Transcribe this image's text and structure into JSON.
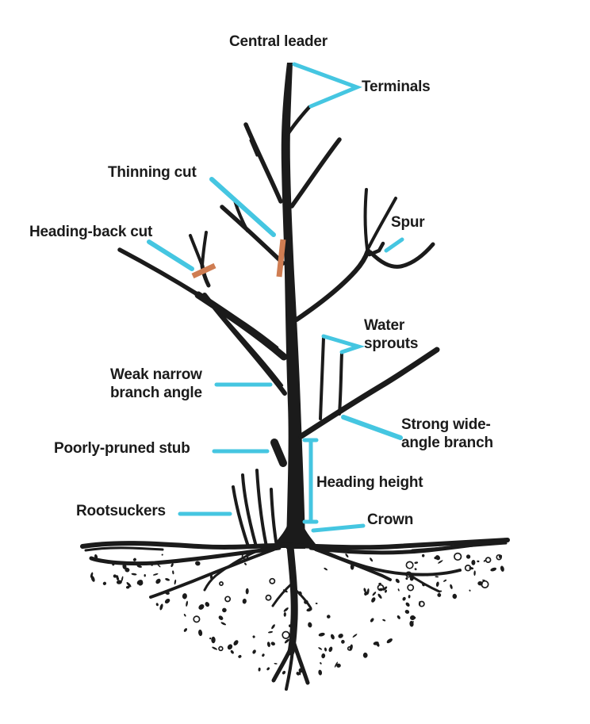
{
  "diagram": {
    "kind": "tree-pruning-terminology",
    "colors": {
      "ink": "#1b1b1b",
      "annotation_line": "#45c6e1",
      "cut_mark": "#cf7d52",
      "background": "#ffffff"
    },
    "labels": {
      "central_leader": "Central leader",
      "terminals": "Terminals",
      "thinning_cut": "Thinning cut",
      "heading_back_cut": "Heading-back cut",
      "spur": "Spur",
      "water_sprouts": "Water\nsprouts",
      "weak_narrow_branch_angle": "Weak narrow\nbranch angle",
      "poorly_pruned_stub": "Poorly-pruned stub",
      "strong_wide_angle_branch": "Strong wide-\nangle branch",
      "heading_height": "Heading height",
      "crown": "Crown",
      "rootsuckers": "Rootsuckers"
    }
  }
}
